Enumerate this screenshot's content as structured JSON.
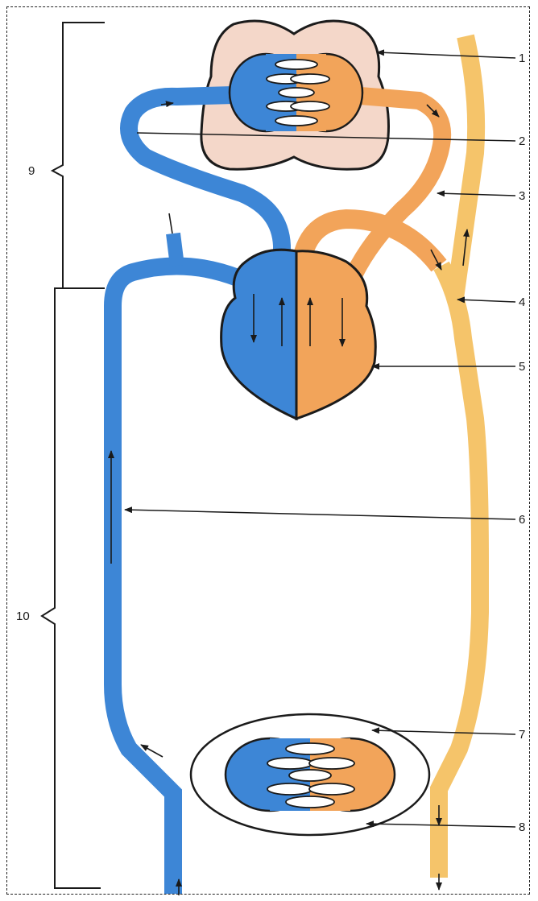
{
  "colors": {
    "deoxygenated": "#3d86d6",
    "oxygenated": "#f2a45a",
    "artery_light": "#f5c46a",
    "lung_tissue": "#f4d7c9",
    "outline": "#1b1b1b",
    "pointer": "#1a1a1a"
  },
  "labels": {
    "l1": "1",
    "l2": "2",
    "l3": "3",
    "l4": "4",
    "l5": "5",
    "l6": "6",
    "l7": "7",
    "l8": "8",
    "l9": "9",
    "l10": "10"
  }
}
